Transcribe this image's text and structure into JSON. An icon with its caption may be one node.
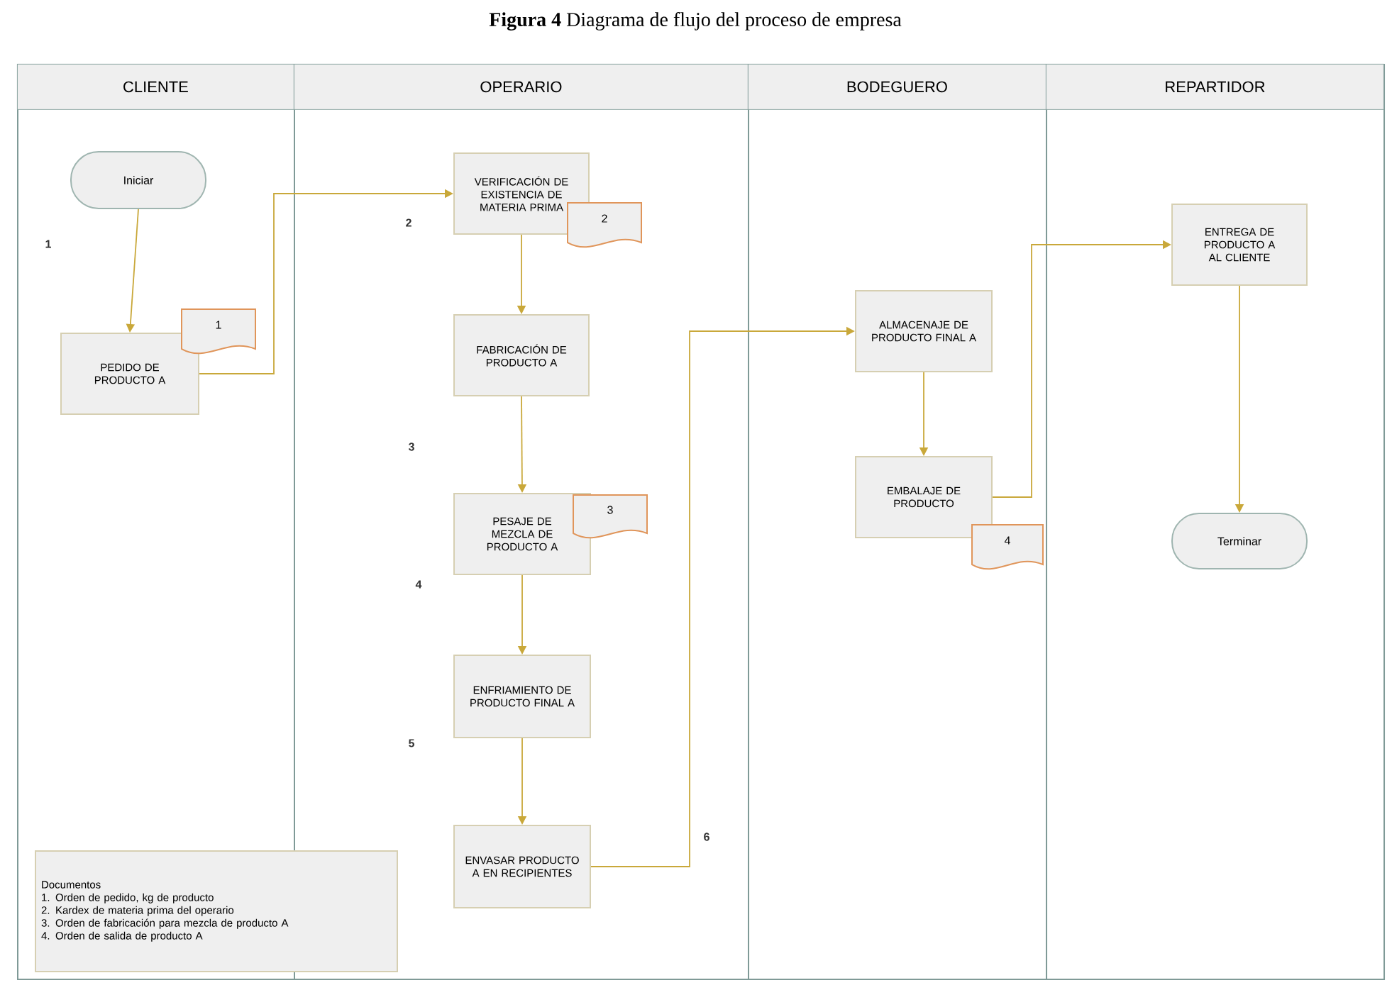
{
  "diagram": {
    "title": "**Figura 4** Diagrama de flujo del proceso de empresa",
    "nodes": [
      {
        "text": [
          "CLIENTE"
        ]
      },
      {
        "text": [
          "OPERARIO"
        ]
      },
      {
        "text": [
          "BODEGUERO"
        ]
      },
      {
        "text": [
          "REPARTIDOR"
        ]
      },
      {
        "text": [
          "Iniciar"
        ],
        "in": 0
      },
      {
        "text": [
          "PEDIDO DE PRODUCTO A"
        ],
        "in": 0
      },
      {
        "text": [
          "1"
        ],
        "in": 0
      },
      {
        "text": [
          "VERIFICACIÓN DE EXISTENCIA DE MATERIA PRIMA"
        ],
        "in": 1
      },
      {
        "text": [
          "2"
        ],
        "in": 1
      },
      {
        "text": [
          "FABRICACIÓN DE PRODUCTO A"
        ],
        "in": 1
      },
      {
        "text": [
          "PESAJE DE MEZCLA DE PRODUCTO A"
        ],
        "in": 1
      },
      {
        "text": [
          "3"
        ],
        "in": 1
      },
      {
        "text": [
          "ENFRIAMIENTO DE PRODUCTO FINAL A"
        ],
        "in": 1
      },
      {
        "text": [
          "ENVASAR PRODUCTO A EN RECIPIENTES"
        ],
        "in": 1
      },
      {
        "text": [
          "ALMACENAJE DE PRODUCTO FINAL A"
        ],
        "in": 2
      },
      {
        "text": [
          "EMBALAJE DE PRODUCTO"
        ],
        "in": 2
      },
      {
        "text": [
          "4"
        ],
        "in": 2
      },
      {
        "text": [
          "ENTREGA DE PRODUCTO A AL CLIENTE"
        ],
        "in": 3
      },
      {
        "text": [
          "Terminar"
        ],
        "in": 3
      },
      {
        "text": [
          "Documentos",
          "1. Orden de pedido, kg de producto",
          "2. Kardex de materia prima del operario",
          "3. Orden de fabricación para mezcla de producto A",
          "4. Orden de salida de producto A"
        ]
      }
    ],
    "edges": [
      {
        "from": 4,
        "to": 5,
        "arrow": "to"
      },
      {
        "from": 5,
        "to": 7,
        "arrow": "to"
      },
      {
        "from": 7,
        "to": 9,
        "arrow": "to"
      },
      {
        "from": 9,
        "to": 10,
        "arrow": "to"
      },
      {
        "from": 10,
        "to": 12,
        "arrow": "to"
      },
      {
        "from": 12,
        "to": 13,
        "arrow": "to"
      },
      {
        "from": 13,
        "to": 14,
        "arrow": "to"
      },
      {
        "from": 14,
        "to": 15,
        "arrow": "to"
      },
      {
        "from": 15,
        "to": 17,
        "arrow": "to"
      },
      {
        "from": 17,
        "to": 18,
        "arrow": "to"
      }
    ],
    "labels": [
      "1",
      "2",
      "3",
      "4",
      "5",
      "6"
    ]
  }
}
